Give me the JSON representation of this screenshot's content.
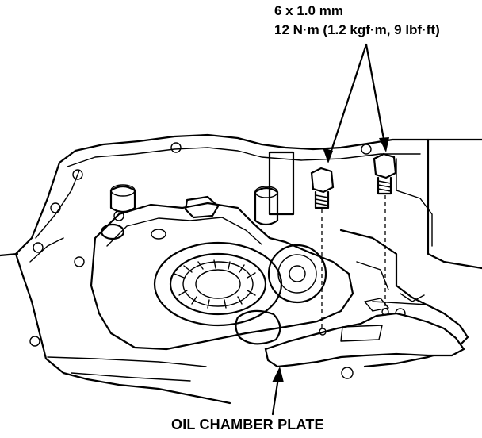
{
  "callouts": {
    "bolt_size": "6 x 1.0 mm",
    "torque": "12 N·m (1.2 kgf·m, 9 lbf·ft)",
    "part_name": "OIL CHAMBER PLATE"
  },
  "colors": {
    "ink": "#000000",
    "paper": "#ffffff"
  }
}
